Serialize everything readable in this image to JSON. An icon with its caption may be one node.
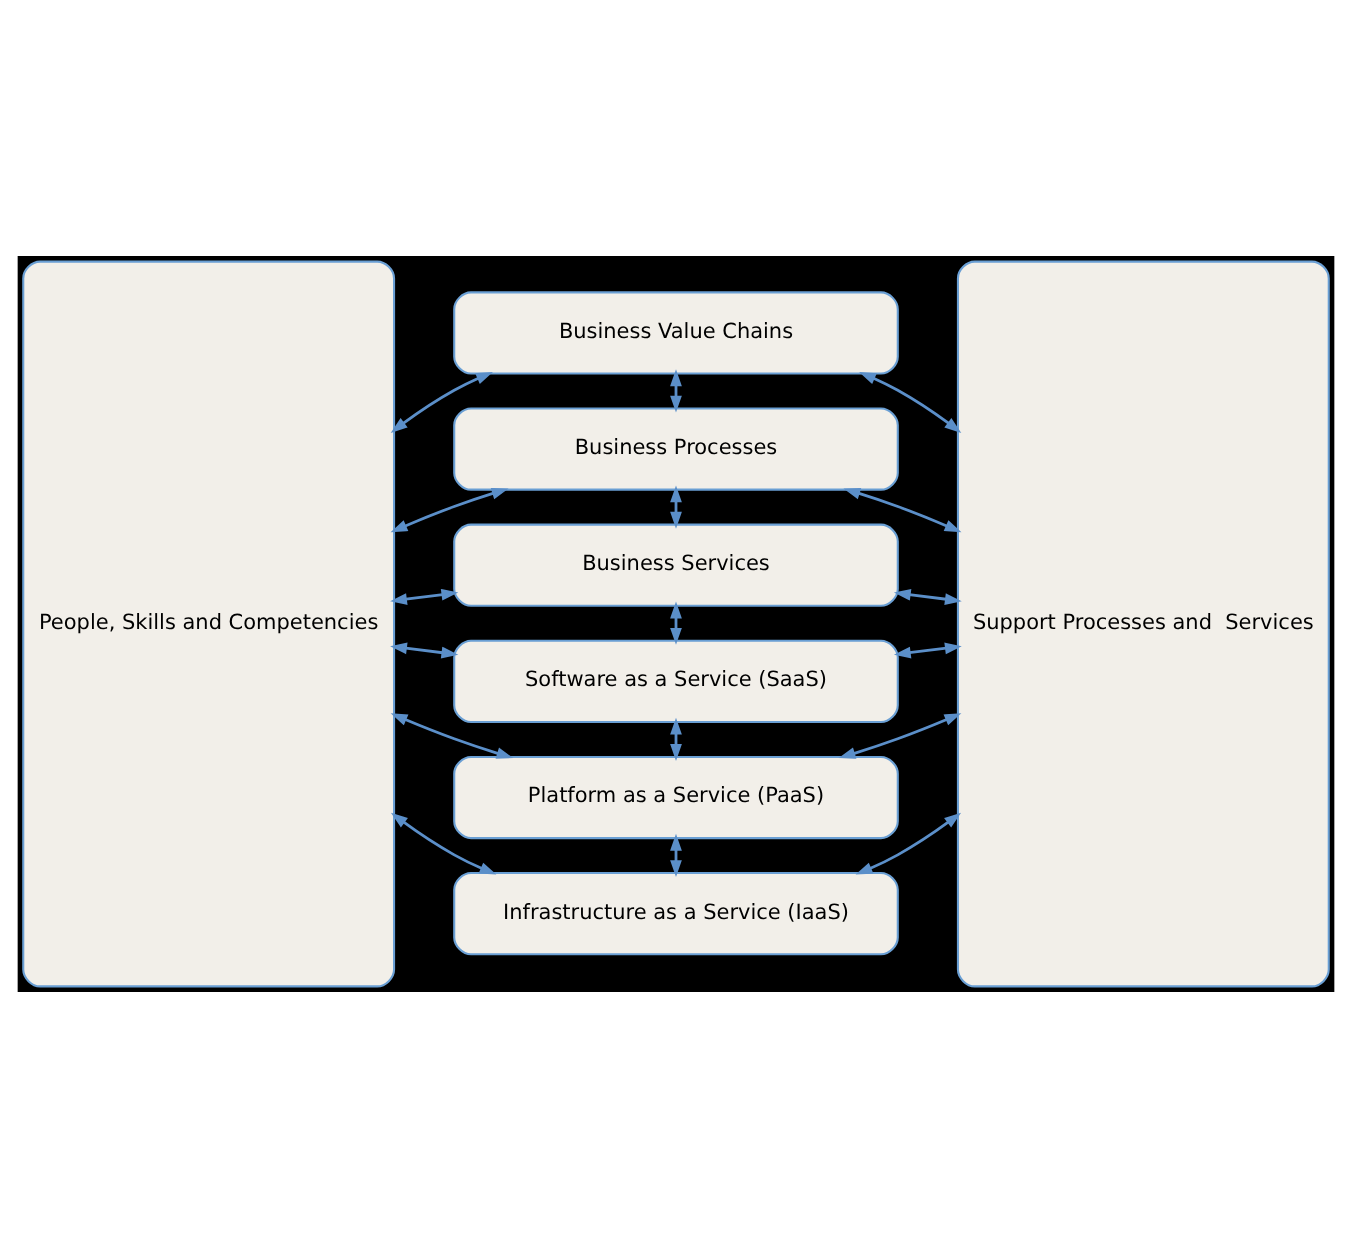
{
  "diagram": {
    "nodes": [
      {
        "text": [
          "People, Skills and Competencies"
        ]
      },
      {
        "text": [
          "Business Value Chains"
        ]
      },
      {
        "text": [
          "Business Processes"
        ]
      },
      {
        "text": [
          "Business Services"
        ]
      },
      {
        "text": [
          "Software as a Service (SaaS)"
        ]
      },
      {
        "text": [
          "Platform as a Service (PaaS)"
        ]
      },
      {
        "text": [
          "Infrastructure as a Service (IaaS)"
        ]
      },
      {
        "text": [
          "Support Processes and  Services"
        ]
      }
    ],
    "edges": [
      {
        "from": 0,
        "to": 1,
        "arrow": "both"
      },
      {
        "from": 1,
        "to": 7,
        "arrow": "both"
      },
      {
        "from": 1,
        "to": 2,
        "arrow": "both"
      },
      {
        "from": 0,
        "to": 2,
        "arrow": "both"
      },
      {
        "from": 2,
        "to": 7,
        "arrow": "both"
      },
      {
        "from": 2,
        "to": 3,
        "arrow": "both"
      },
      {
        "from": 0,
        "to": 3,
        "arrow": "both"
      },
      {
        "from": 3,
        "to": 7,
        "arrow": "both"
      },
      {
        "from": 3,
        "to": 4,
        "arrow": "both"
      },
      {
        "from": 0,
        "to": 4,
        "arrow": "both"
      },
      {
        "from": 4,
        "to": 7,
        "arrow": "both"
      },
      {
        "from": 4,
        "to": 5,
        "arrow": "both"
      },
      {
        "from": 0,
        "to": 5,
        "arrow": "both"
      },
      {
        "from": 5,
        "to": 7,
        "arrow": "both"
      },
      {
        "from": 5,
        "to": 6,
        "arrow": "both"
      },
      {
        "from": 0,
        "to": 6,
        "arrow": "both"
      },
      {
        "from": 6,
        "to": 7,
        "arrow": "both"
      }
    ]
  }
}
